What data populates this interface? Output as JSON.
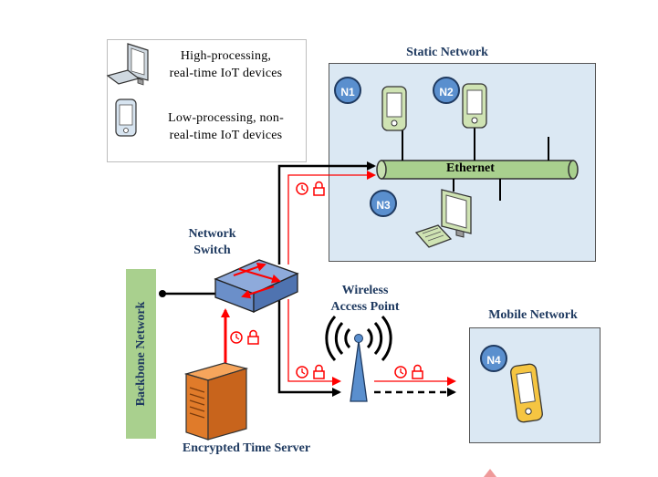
{
  "legend": {
    "high_label_line1": "High-processing,",
    "high_label_line2": "real-time IoT devices",
    "low_label_line1": "Low-processing, non-",
    "low_label_line2": "real-time IoT devices"
  },
  "static_network": {
    "title": "Static Network",
    "ethernet_label": "Ethernet",
    "nodes": [
      "N1",
      "N2",
      "N3"
    ]
  },
  "mobile_network": {
    "title": "Mobile Network",
    "node": "N4"
  },
  "network_switch": {
    "label_line1": "Network",
    "label_line2": "Switch"
  },
  "wireless_access_point": {
    "label_line1": "Wireless",
    "label_line2": "Access Point"
  },
  "backbone_network": {
    "label": "Backbone Network"
  },
  "time_server": {
    "label": "Encrypted Time Server"
  },
  "colors": {
    "network_box": "#dbe8f3",
    "node_badge": "#5a8fce",
    "title_text": "#1f3a60",
    "ethernet_cable": "#a9d08e",
    "sync_path": "#ff0000",
    "device_green": "#cfe3b3",
    "device_yellow": "#f5c542",
    "switch_blue": "#6b8fc9",
    "server_orange": "#e07b2a"
  }
}
